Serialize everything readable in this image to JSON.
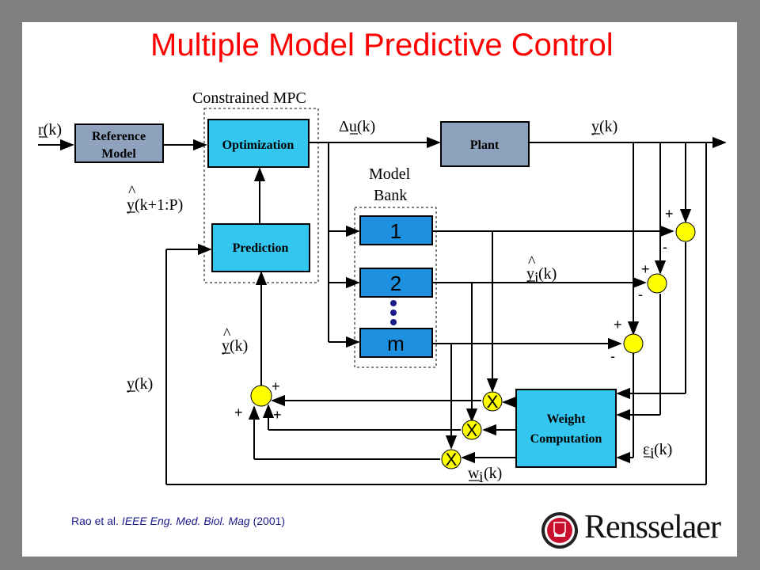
{
  "title": "Multiple Model Predictive Control",
  "colors": {
    "block": "#1e90e0",
    "block_gray": "#8ea2bd",
    "block_cyan": "#33c7f0",
    "junction": "#ffff00",
    "title": "#ff0000"
  },
  "blocks": {
    "reference_model": "Reference\nModel",
    "optimization": "Optimization",
    "prediction": "Prediction",
    "plant": "Plant",
    "weight_computation": "Weight\nComputation"
  },
  "group_labels": {
    "constrained_mpc": "Constrained MPC",
    "model_bank": "Model\nBank"
  },
  "model_bank": [
    "1",
    "2",
    "m"
  ],
  "signals": {
    "r": "r(k)",
    "du": "Δu(k)",
    "y_top": "y(k)",
    "yhat_horizon": "y(k+1:P)",
    "yhat_i": "y",
    "yhat_i_suffix": "(k)",
    "yhat": "y(k)",
    "y_left": "y(k)",
    "eps_i": "ε",
    "w_i": "w",
    "subscript_i": "i",
    "suffix_k": "(k)",
    "hat": "^"
  },
  "junction_signs": {
    "plus": "+",
    "minus": "-"
  },
  "multiplier_symbol": "X",
  "citation": {
    "authors": "Rao et al.",
    "journal": "IEEE Eng. Med. Biol. Mag",
    "year": "(2001)"
  },
  "logo": {
    "text": "Rensselaer",
    "icon": "rensselaer-seal-icon"
  }
}
